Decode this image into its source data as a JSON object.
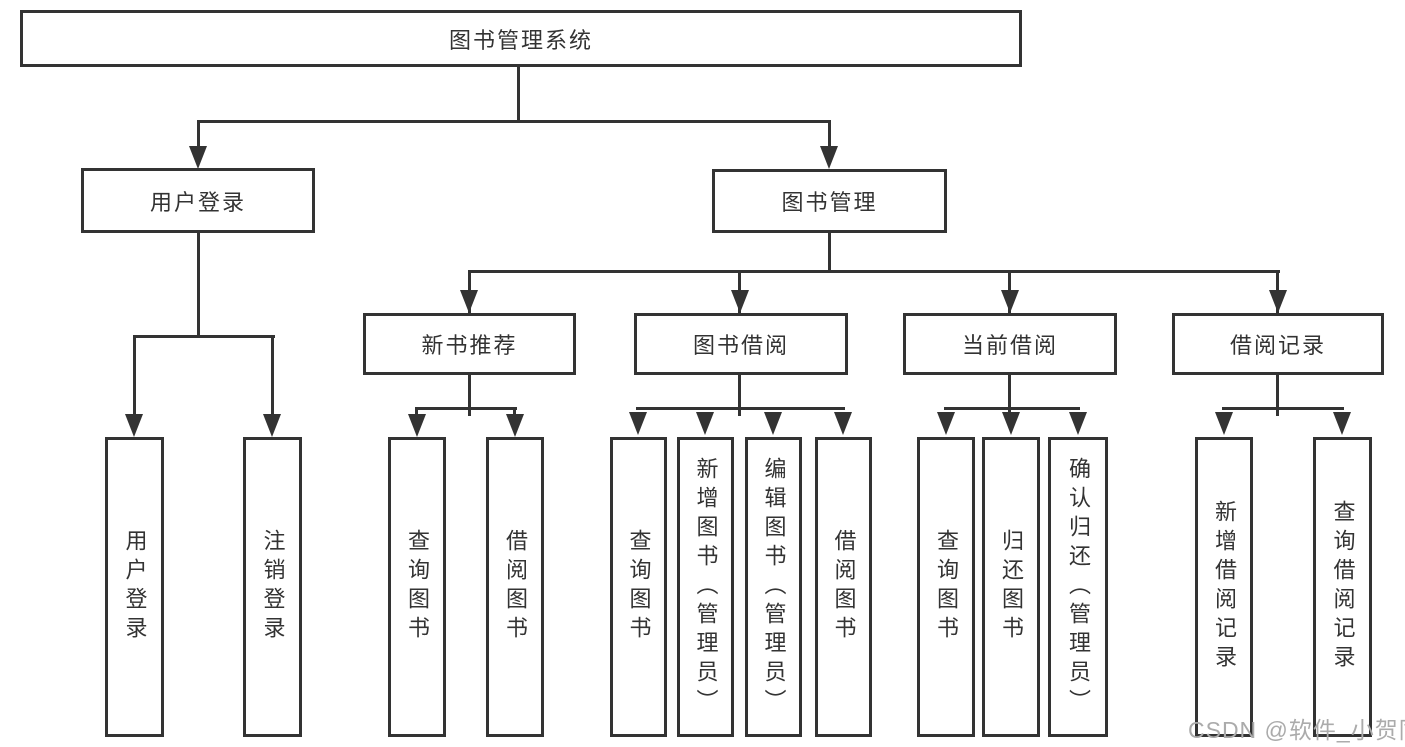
{
  "tree": {
    "root": "图书管理系统",
    "user_login": {
      "label": "用户登录",
      "children": [
        "用户登录",
        "注销登录"
      ]
    },
    "book_mgmt": {
      "label": "图书管理",
      "sections": [
        {
          "label": "新书推荐",
          "children": [
            "查询图书",
            "借阅图书"
          ]
        },
        {
          "label": "图书借阅",
          "children": [
            "查询图书",
            "新增图书（管理员）",
            "编辑图书（管理员）",
            "借阅图书"
          ]
        },
        {
          "label": "当前借阅",
          "children": [
            "查询图书",
            "归还图书",
            "确认归还（管理员）"
          ]
        },
        {
          "label": "借阅记录",
          "children": [
            "新增借阅记录",
            "查询借阅记录"
          ]
        }
      ]
    }
  },
  "watermark": "CSDN @软件_小贺同学",
  "colors": {
    "line": "#333333",
    "text": "#333333",
    "watermark": "#ababab",
    "background": "#ffffff"
  }
}
